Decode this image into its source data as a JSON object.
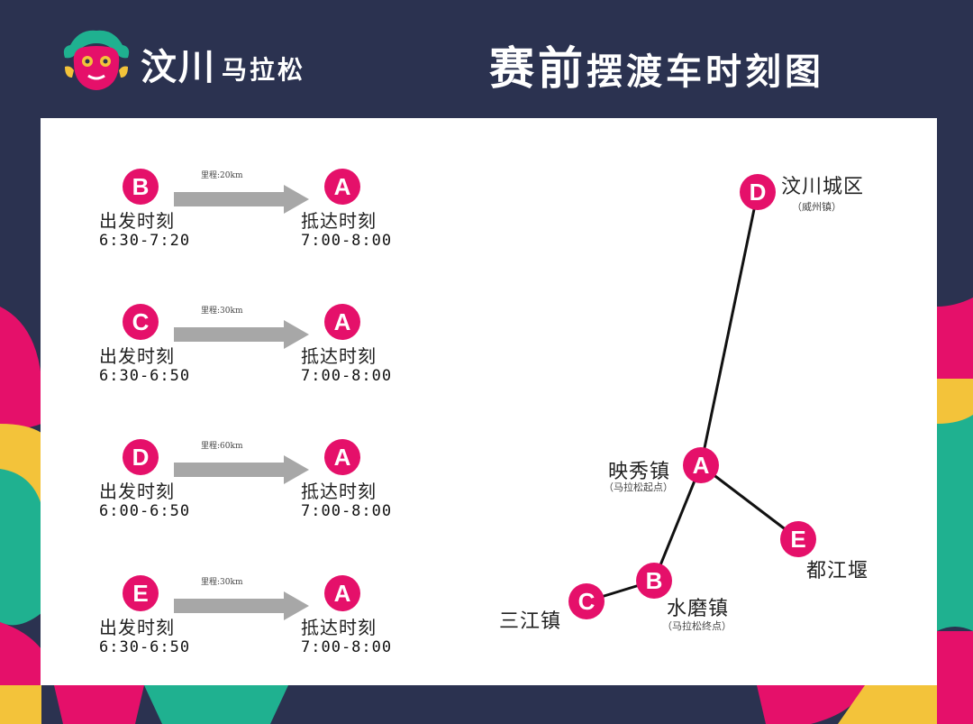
{
  "header": {
    "brand_name": "汶川",
    "brand_sub": "马拉松",
    "title_part1": "赛前",
    "title_part2": "摆渡车时刻图"
  },
  "schedules": [
    {
      "from": "B",
      "to": "A",
      "distance": "里程:20km",
      "depart_label": "出发时刻",
      "depart_time": "6:30-7:20",
      "arrive_label": "抵达时刻",
      "arrive_time": "7:00-8:00"
    },
    {
      "from": "C",
      "to": "A",
      "distance": "里程:30km",
      "depart_label": "出发时刻",
      "depart_time": "6:30-6:50",
      "arrive_label": "抵达时刻",
      "arrive_time": "7:00-8:00"
    },
    {
      "from": "D",
      "to": "A",
      "distance": "里程:60km",
      "depart_label": "出发时刻",
      "depart_time": "6:00-6:50",
      "arrive_label": "抵达时刻",
      "arrive_time": "7:00-8:00"
    },
    {
      "from": "E",
      "to": "A",
      "distance": "里程:30km",
      "depart_label": "出发时刻",
      "depart_time": "6:30-6:50",
      "arrive_label": "抵达时刻",
      "arrive_time": "7:00-8:00"
    }
  ],
  "map": {
    "nodes": {
      "D": {
        "letter": "D",
        "name": "汶川城区",
        "note": "（威州镇）"
      },
      "A": {
        "letter": "A",
        "name": "映秀镇",
        "note": "（马拉松起点）"
      },
      "E": {
        "letter": "E",
        "name": "都江堰",
        "note": ""
      },
      "B": {
        "letter": "B",
        "name": "水磨镇",
        "note": "（马拉松终点）"
      },
      "C": {
        "letter": "C",
        "name": "三江镇",
        "note": ""
      }
    }
  },
  "colors": {
    "accent": "#e5106a",
    "background": "#2b3250",
    "panel": "#ffffff",
    "arrow": "#a7a7a7",
    "deco_pink": "#e5106a",
    "deco_yellow": "#f3c33a",
    "deco_green": "#1fb190"
  },
  "icons": {
    "logo": "marathon-mask-logo-icon",
    "arrow": "right-arrow-icon"
  }
}
